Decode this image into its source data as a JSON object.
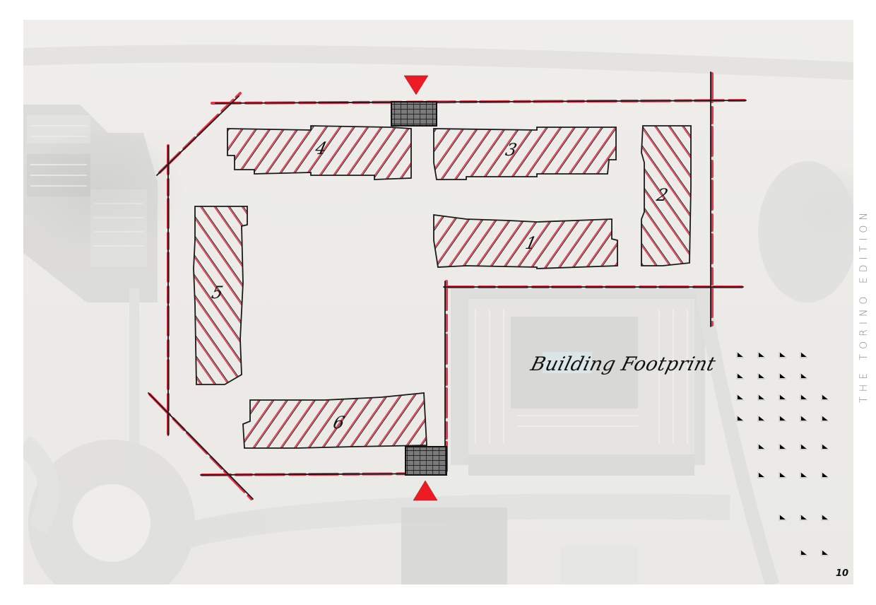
{
  "page": {
    "side_title": "THE TORINO EDITION",
    "page_number": "10"
  },
  "map": {
    "label": "Building Footprint",
    "colors": {
      "background": "#ffffff",
      "aerial_base": "#eceae7",
      "outline": "#1a1a1a",
      "marker_red": "#e8334a",
      "entrance_triangle": "#ed1c24"
    },
    "buildings": [
      {
        "number": "1"
      },
      {
        "number": "2"
      },
      {
        "number": "3"
      },
      {
        "number": "4"
      },
      {
        "number": "5"
      },
      {
        "number": "6"
      }
    ],
    "entrances": [
      {
        "position": "north",
        "marker": "triangle-down-icon"
      },
      {
        "position": "south",
        "marker": "triangle-up-icon"
      }
    ]
  }
}
